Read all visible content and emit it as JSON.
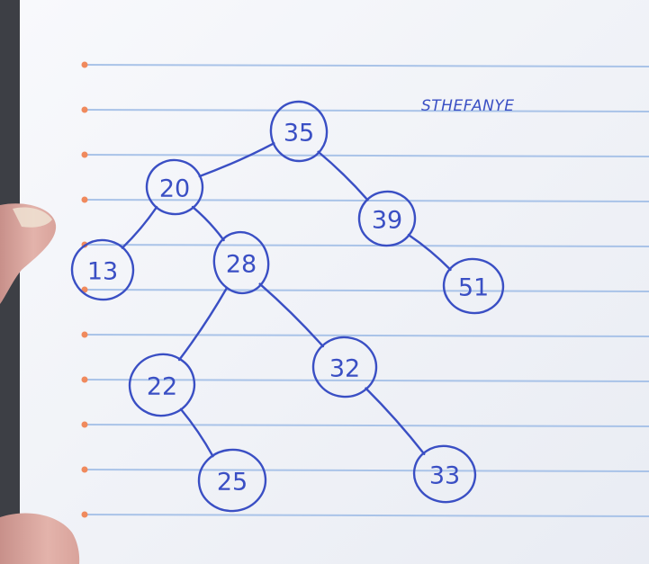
{
  "author": "STHEFANYE",
  "colors": {
    "ink": "#3a4fc4",
    "paper": "#f6f7fb",
    "ruled_line": "#a9c3e8",
    "hole": "#f08a5d"
  },
  "tree": {
    "nodes": [
      {
        "id": "n35",
        "label": "35"
      },
      {
        "id": "n20",
        "label": "20"
      },
      {
        "id": "n39",
        "label": "39"
      },
      {
        "id": "n13",
        "label": "13"
      },
      {
        "id": "n28",
        "label": "28"
      },
      {
        "id": "n51",
        "label": "51"
      },
      {
        "id": "n22",
        "label": "22"
      },
      {
        "id": "n32",
        "label": "32"
      },
      {
        "id": "n25",
        "label": "25"
      },
      {
        "id": "n33",
        "label": "33"
      }
    ],
    "edges": [
      {
        "from": "n35",
        "to": "n20"
      },
      {
        "from": "n35",
        "to": "n39"
      },
      {
        "from": "n20",
        "to": "n13"
      },
      {
        "from": "n20",
        "to": "n28"
      },
      {
        "from": "n39",
        "to": "n51"
      },
      {
        "from": "n28",
        "to": "n22"
      },
      {
        "from": "n28",
        "to": "n32"
      },
      {
        "from": "n22",
        "to": "n25"
      },
      {
        "from": "n32",
        "to": "n33"
      }
    ]
  }
}
